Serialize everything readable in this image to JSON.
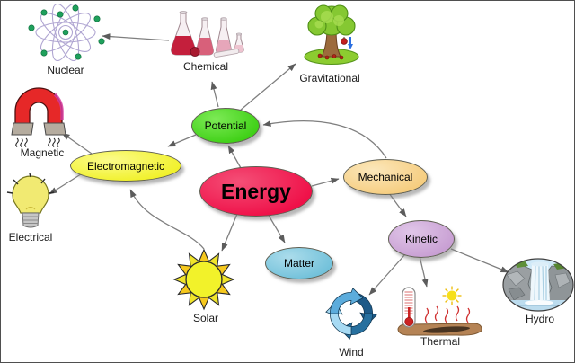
{
  "nodes": {
    "energy": {
      "label": "Energy",
      "color": "#f0164e"
    },
    "potential": {
      "label": "Potential",
      "color": "#46d41e"
    },
    "electromagnetic": {
      "label": "Electromagnetic",
      "color": "#f4f43a"
    },
    "mechanical": {
      "label": "Mechanical",
      "color": "#f8d48c"
    },
    "kinetic": {
      "label": "Kinetic",
      "color": "#cda5d6"
    },
    "matter": {
      "label": "Matter",
      "color": "#7fc9de"
    }
  },
  "leaf_labels": {
    "nuclear": "Nuclear",
    "chemical": "Chemical",
    "gravitational": "Gravitational",
    "magnetic": "Magnetic",
    "electrical": "Electrical",
    "solar": "Solar",
    "wind": "Wind",
    "thermal": "Thermal",
    "hydro": "Hydro"
  },
  "edges": [
    {
      "from": "Chemical",
      "to": "Nuclear"
    },
    {
      "from": "Potential",
      "to": "Chemical"
    },
    {
      "from": "Potential",
      "to": "Gravitational"
    },
    {
      "from": "Potential",
      "to": "Electromagnetic"
    },
    {
      "from": "Electromagnetic",
      "to": "Magnetic"
    },
    {
      "from": "Electromagnetic",
      "to": "Electrical"
    },
    {
      "from": "Energy",
      "to": "Potential"
    },
    {
      "from": "Energy",
      "to": "Mechanical"
    },
    {
      "from": "Mechanical",
      "to": "Potential"
    },
    {
      "from": "Energy",
      "to": "Matter"
    },
    {
      "from": "Energy",
      "to": "Solar"
    },
    {
      "from": "Solar",
      "to": "Electromagnetic"
    },
    {
      "from": "Mechanical",
      "to": "Kinetic"
    },
    {
      "from": "Kinetic",
      "to": "Wind"
    },
    {
      "from": "Kinetic",
      "to": "Thermal"
    },
    {
      "from": "Kinetic",
      "to": "Hydro"
    }
  ]
}
